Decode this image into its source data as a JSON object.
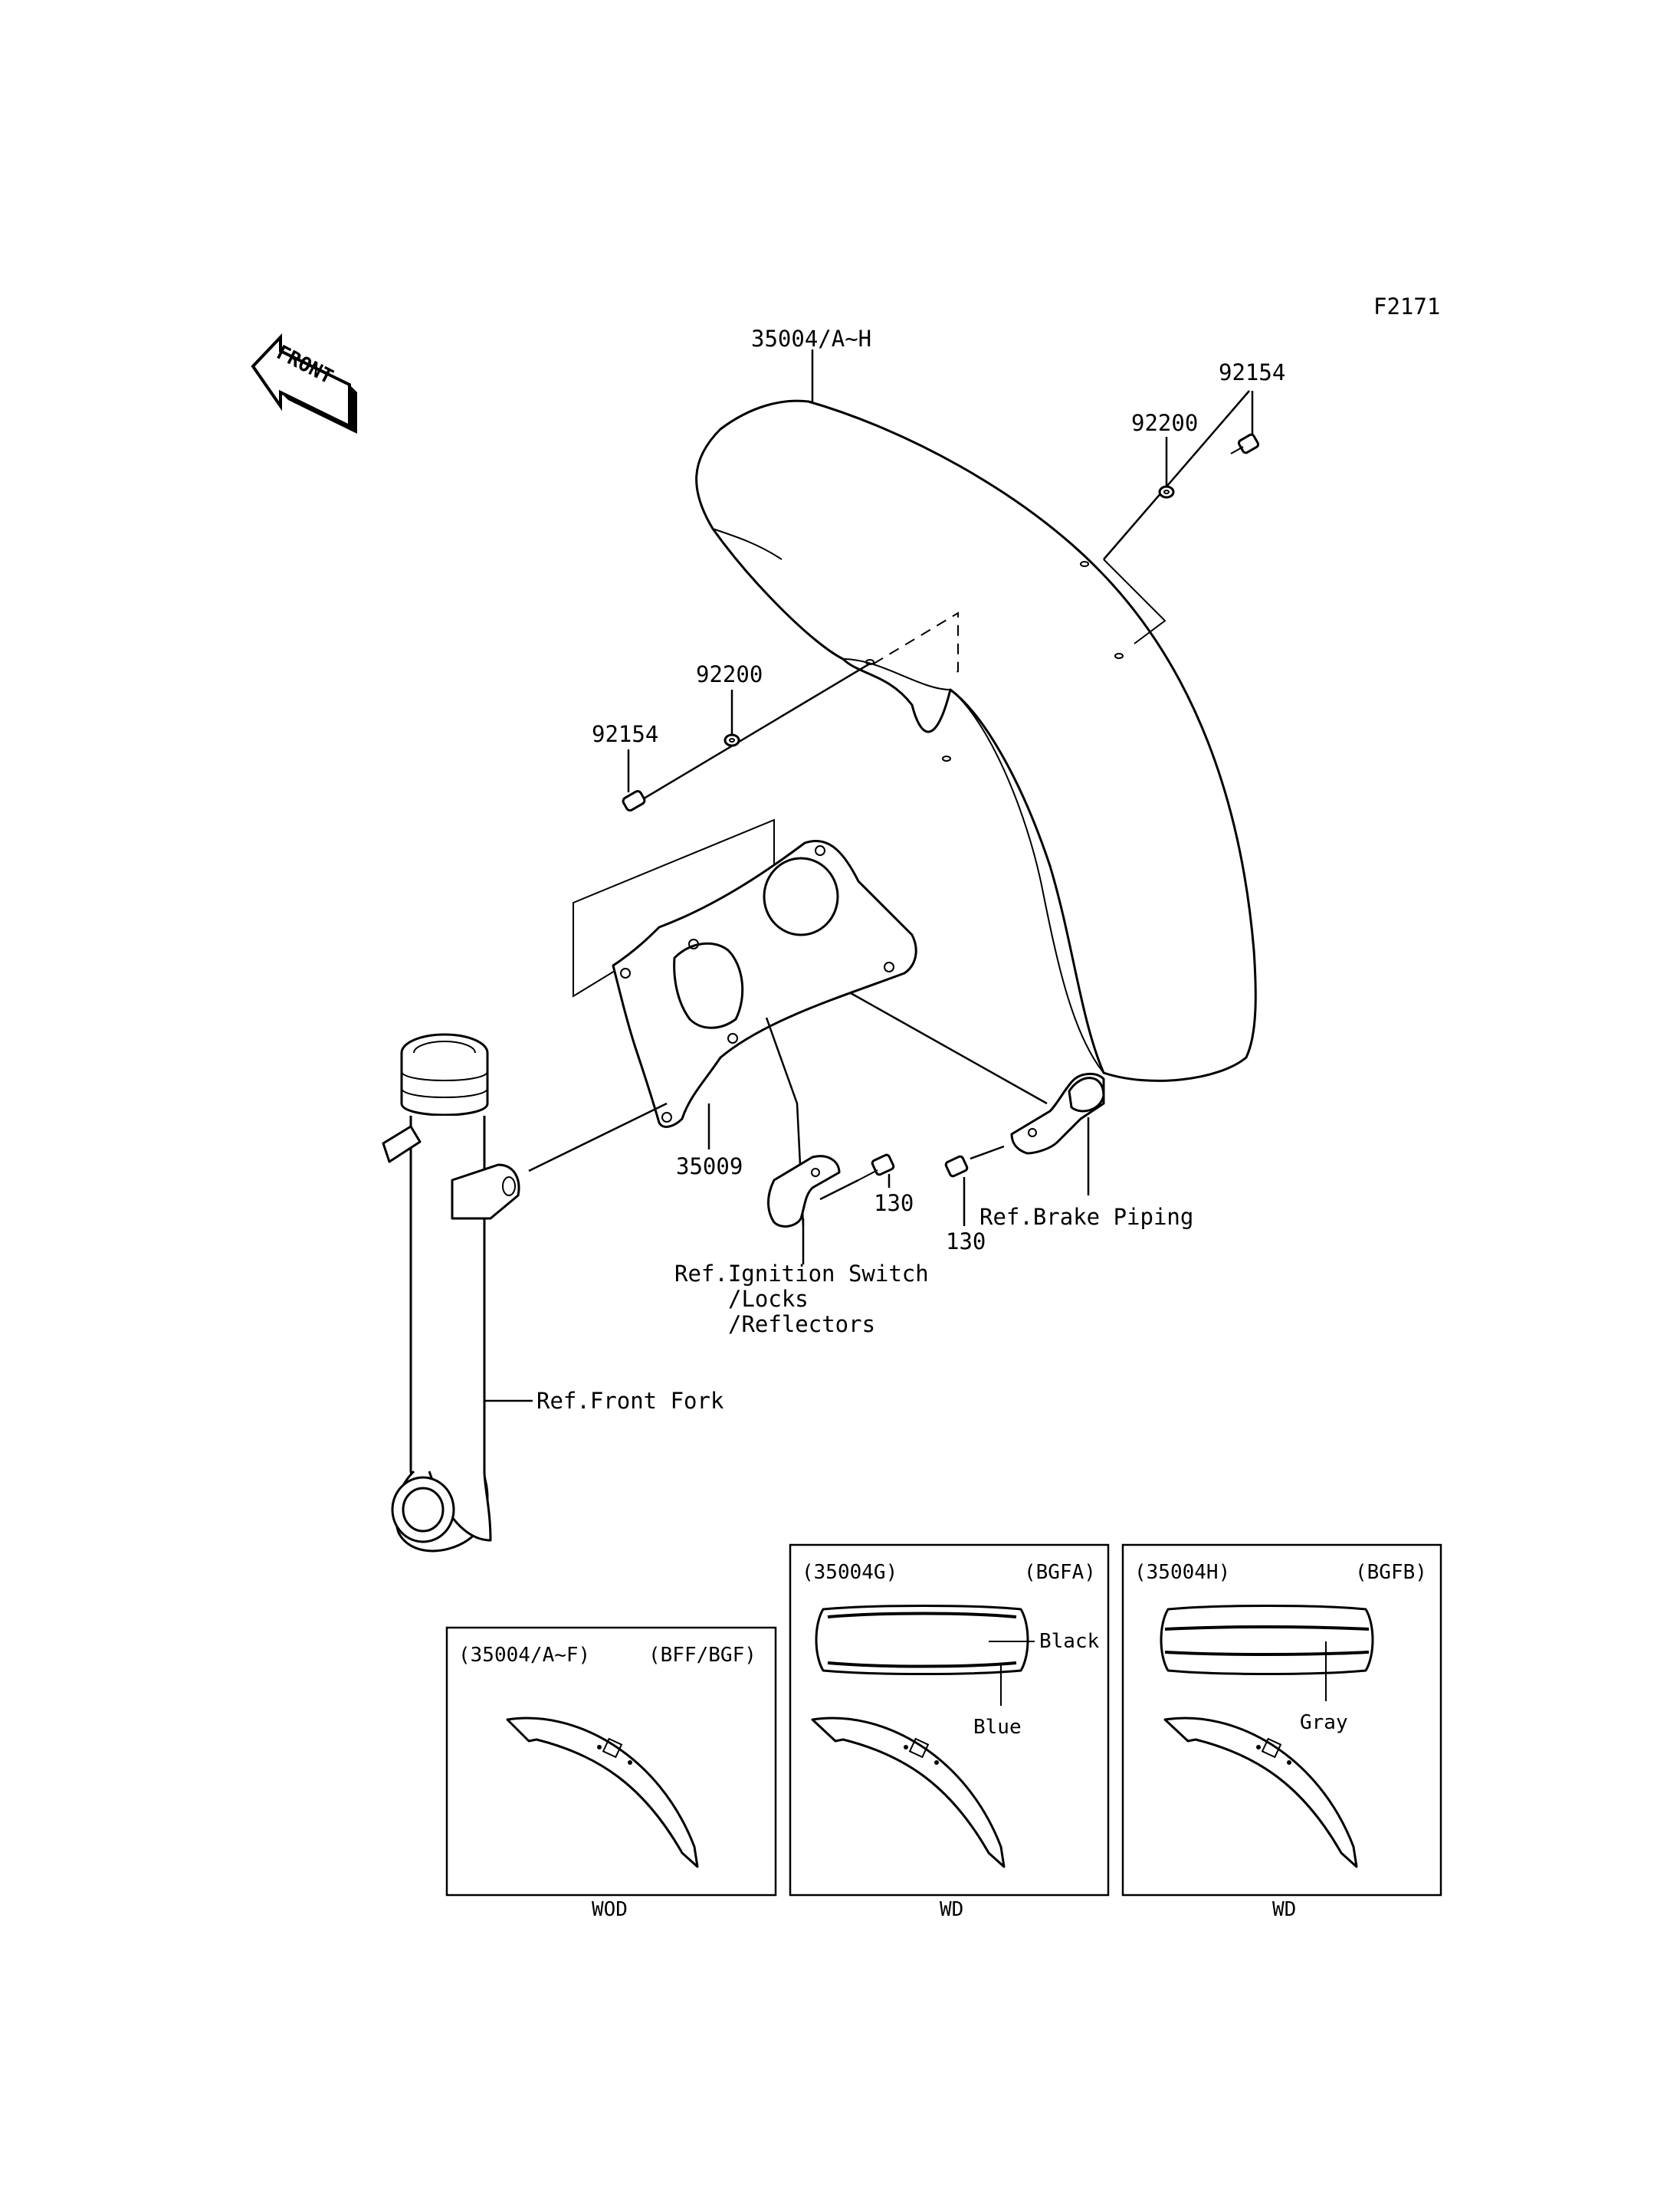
{
  "figure_code": "F2171",
  "front_badge": "FRONT",
  "callouts": {
    "fender": "35004/A~H",
    "bolt_right": "92154",
    "washer_right": "92200",
    "washer_left": "92200",
    "bolt_left": "92154",
    "bracket": "35009",
    "bolt_a": "130",
    "bolt_b": "130"
  },
  "references": {
    "brake_piping": "Ref.Brake Piping",
    "ignition_line1": "Ref.Ignition Switch",
    "ignition_line2": "/Locks",
    "ignition_line3": "/Reflectors",
    "front_fork": "Ref.Front Fork"
  },
  "variants": [
    {
      "part": "(35004/A~F)",
      "model": "(BFF/BGF)",
      "footer": "WOD",
      "stripe_labels": []
    },
    {
      "part": "(35004G)",
      "model": "(BGFA)",
      "footer": "WD",
      "stripe_labels": [
        "Black",
        "Blue"
      ]
    },
    {
      "part": "(35004H)",
      "model": "(BGFB)",
      "footer": "WD",
      "stripe_labels": [
        "Gray"
      ]
    }
  ]
}
